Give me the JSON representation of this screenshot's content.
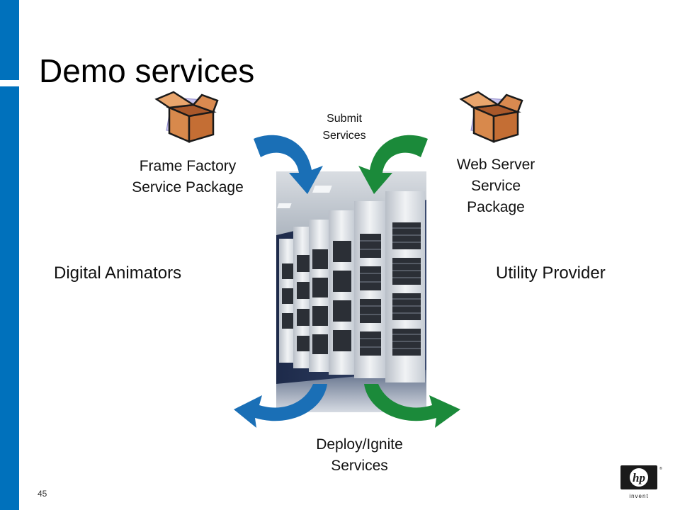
{
  "slide": {
    "title": "Demo services",
    "page_number": "45"
  },
  "labels": {
    "frame_factory": [
      "Frame Factory",
      "Service Package"
    ],
    "web_server": [
      "Web Server",
      "Service",
      "Package"
    ],
    "submit": [
      "Submit",
      "Services"
    ],
    "deploy": [
      "Deploy/Ignite",
      "Services"
    ],
    "digital_animators": "Digital Animators",
    "utility_provider": "Utility Provider"
  },
  "logo": {
    "mark": "hp",
    "tagline": "i n v e n t"
  },
  "colors": {
    "accent_blue": "#0071bc",
    "arrow_blue": "#1a6fb6",
    "arrow_green": "#1b8a3a",
    "box_orange": "#c8743a"
  }
}
